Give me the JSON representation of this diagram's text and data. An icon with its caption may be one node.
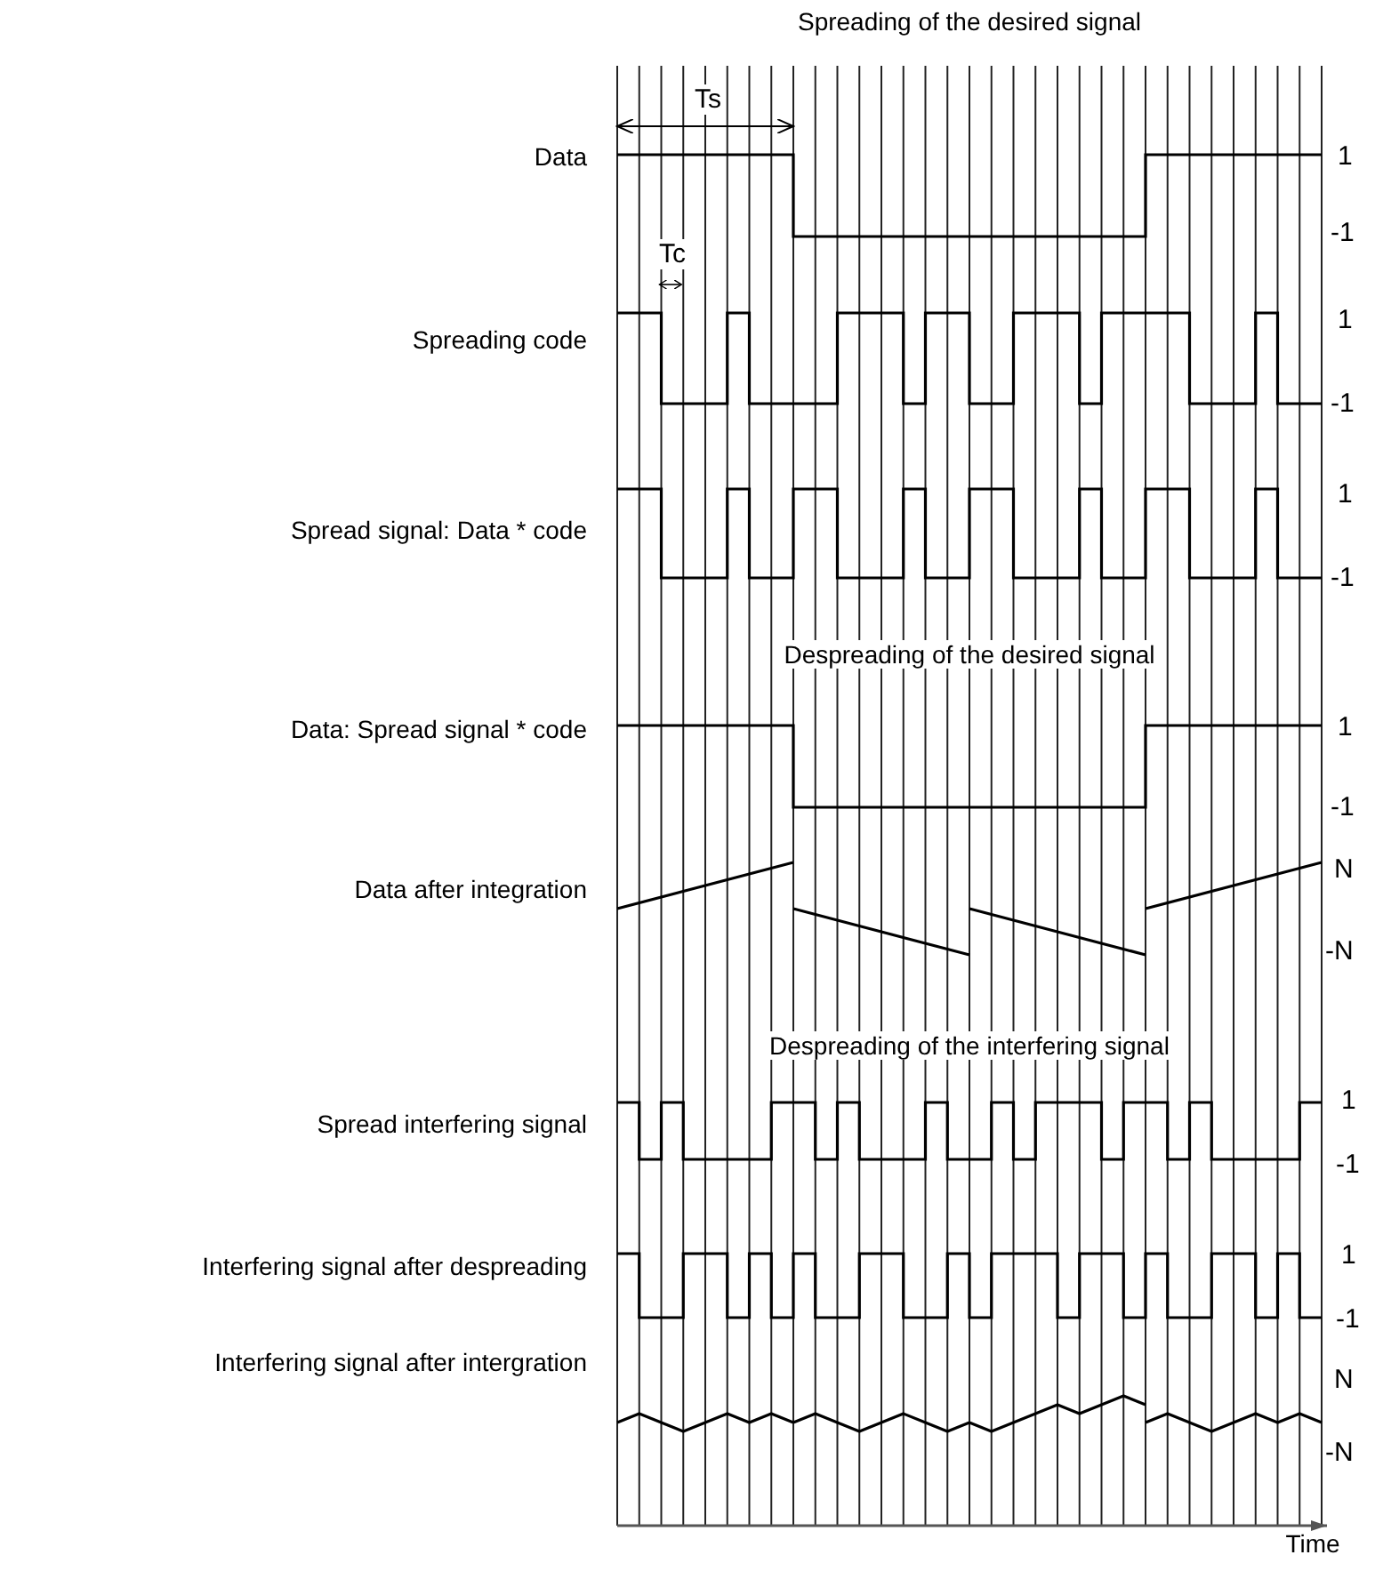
{
  "diagram": {
    "labels": [
      "Spreading of the desired signal",
      "Ts",
      "Data",
      "1",
      "-1",
      "Tc",
      "Spreading code",
      "1",
      "-1",
      "Spread signal: Data * code",
      "1",
      "-1",
      "Despreading of the desired signal",
      "Data: Spread signal * code",
      "1",
      "-1",
      "Data after integration",
      "N",
      "-N",
      "Despreading of the interfering signal",
      "Spread interfering signal",
      "1",
      "-1",
      "Interfering signal after despreading",
      "1",
      "-1",
      "Interfering signal after intergration",
      "N",
      "-N",
      "Time"
    ]
  }
}
